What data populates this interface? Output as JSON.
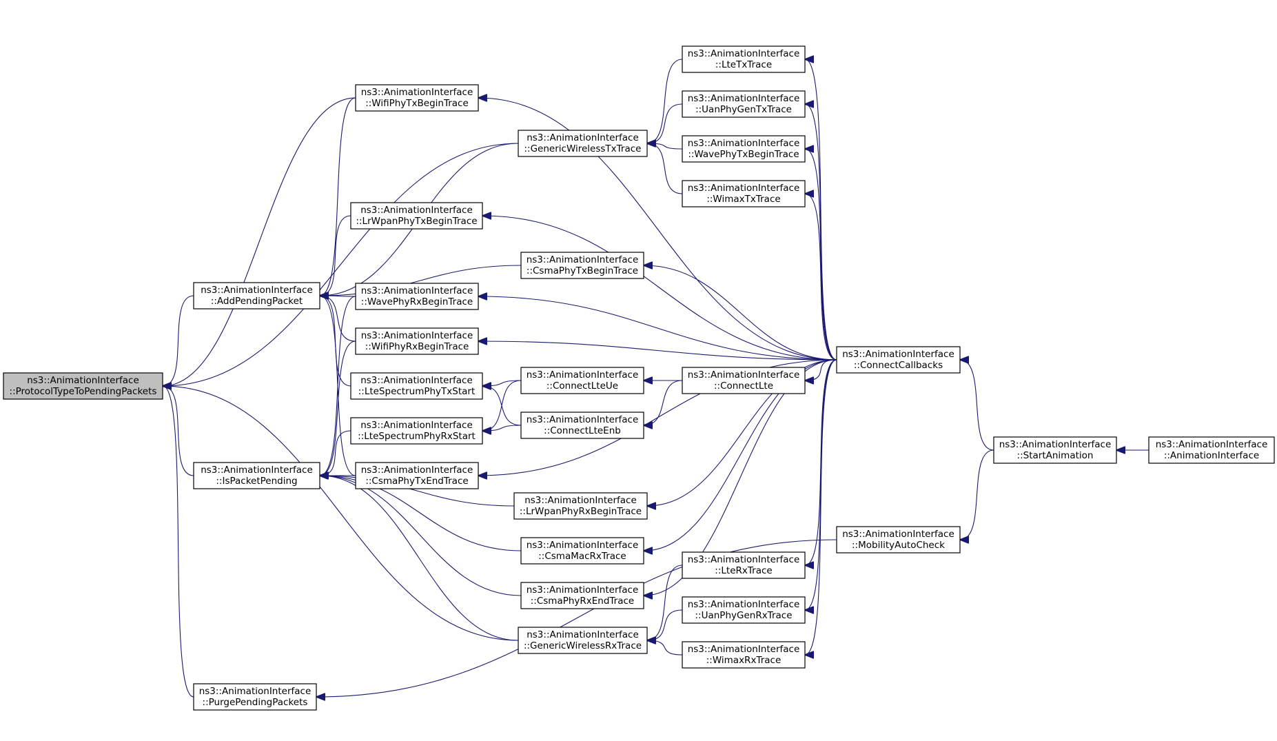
{
  "nodes": [
    {
      "id": "ProtocolTypeToPendingPackets",
      "l1": "ns3::AnimationInterface",
      "l2": "::ProtocolTypeToPendingPackets",
      "highlight": true
    },
    {
      "id": "AddPendingPacket",
      "l1": "ns3::AnimationInterface",
      "l2": "::AddPendingPacket"
    },
    {
      "id": "IsPacketPending",
      "l1": "ns3::AnimationInterface",
      "l2": "::IsPacketPending"
    },
    {
      "id": "PurgePendingPackets",
      "l1": "ns3::AnimationInterface",
      "l2": "::PurgePendingPackets"
    },
    {
      "id": "WifiPhyTxBeginTrace",
      "l1": "ns3::AnimationInterface",
      "l2": "::WifiPhyTxBeginTrace"
    },
    {
      "id": "LrWpanPhyTxBeginTrace",
      "l1": "ns3::AnimationInterface",
      "l2": "::LrWpanPhyTxBeginTrace"
    },
    {
      "id": "WavePhyRxBeginTrace",
      "l1": "ns3::AnimationInterface",
      "l2": "::WavePhyRxBeginTrace"
    },
    {
      "id": "WifiPhyRxBeginTrace",
      "l1": "ns3::AnimationInterface",
      "l2": "::WifiPhyRxBeginTrace"
    },
    {
      "id": "LteSpectrumPhyTxStart",
      "l1": "ns3::AnimationInterface",
      "l2": "::LteSpectrumPhyTxStart"
    },
    {
      "id": "LteSpectrumPhyRxStart",
      "l1": "ns3::AnimationInterface",
      "l2": "::LteSpectrumPhyRxStart"
    },
    {
      "id": "CsmaPhyTxEndTrace",
      "l1": "ns3::AnimationInterface",
      "l2": "::CsmaPhyTxEndTrace"
    },
    {
      "id": "GenericWirelessTxTrace",
      "l1": "ns3::AnimationInterface",
      "l2": "::GenericWirelessTxTrace"
    },
    {
      "id": "CsmaPhyTxBeginTrace",
      "l1": "ns3::AnimationInterface",
      "l2": "::CsmaPhyTxBeginTrace"
    },
    {
      "id": "ConnectLteUe",
      "l1": "ns3::AnimationInterface",
      "l2": "::ConnectLteUe"
    },
    {
      "id": "ConnectLteEnb",
      "l1": "ns3::AnimationInterface",
      "l2": "::ConnectLteEnb"
    },
    {
      "id": "LrWpanPhyRxBeginTrace",
      "l1": "ns3::AnimationInterface",
      "l2": "::LrWpanPhyRxBeginTrace"
    },
    {
      "id": "CsmaMacRxTrace",
      "l1": "ns3::AnimationInterface",
      "l2": "::CsmaMacRxTrace"
    },
    {
      "id": "CsmaPhyRxEndTrace",
      "l1": "ns3::AnimationInterface",
      "l2": "::CsmaPhyRxEndTrace"
    },
    {
      "id": "GenericWirelessRxTrace",
      "l1": "ns3::AnimationInterface",
      "l2": "::GenericWirelessRxTrace"
    },
    {
      "id": "LteTxTrace",
      "l1": "ns3::AnimationInterface",
      "l2": "::LteTxTrace"
    },
    {
      "id": "UanPhyGenTxTrace",
      "l1": "ns3::AnimationInterface",
      "l2": "::UanPhyGenTxTrace"
    },
    {
      "id": "WavePhyTxBeginTrace",
      "l1": "ns3::AnimationInterface",
      "l2": "::WavePhyTxBeginTrace"
    },
    {
      "id": "WimaxTxTrace",
      "l1": "ns3::AnimationInterface",
      "l2": "::WimaxTxTrace"
    },
    {
      "id": "ConnectLte",
      "l1": "ns3::AnimationInterface",
      "l2": "::ConnectLte"
    },
    {
      "id": "LteRxTrace",
      "l1": "ns3::AnimationInterface",
      "l2": "::LteRxTrace"
    },
    {
      "id": "UanPhyGenRxTrace",
      "l1": "ns3::AnimationInterface",
      "l2": "::UanPhyGenRxTrace"
    },
    {
      "id": "WimaxRxTrace",
      "l1": "ns3::AnimationInterface",
      "l2": "::WimaxRxTrace"
    },
    {
      "id": "ConnectCallbacks",
      "l1": "ns3::AnimationInterface",
      "l2": "::ConnectCallbacks"
    },
    {
      "id": "MobilityAutoCheck",
      "l1": "ns3::AnimationInterface",
      "l2": "::MobilityAutoCheck"
    },
    {
      "id": "StartAnimation",
      "l1": "ns3::AnimationInterface",
      "l2": "::StartAnimation"
    },
    {
      "id": "AnimationInterface",
      "l1": "ns3::AnimationInterface",
      "l2": "::AnimationInterface"
    }
  ],
  "edges": [
    {
      "from": "AddPendingPacket",
      "to": "ProtocolTypeToPendingPackets"
    },
    {
      "from": "IsPacketPending",
      "to": "ProtocolTypeToPendingPackets"
    },
    {
      "from": "PurgePendingPackets",
      "to": "ProtocolTypeToPendingPackets"
    },
    {
      "from": "WifiPhyTxBeginTrace",
      "to": "ProtocolTypeToPendingPackets"
    },
    {
      "from": "GenericWirelessTxTrace",
      "to": "ProtocolTypeToPendingPackets"
    },
    {
      "from": "GenericWirelessRxTrace",
      "to": "ProtocolTypeToPendingPackets"
    },
    {
      "from": "WifiPhyTxBeginTrace",
      "to": "AddPendingPacket"
    },
    {
      "from": "GenericWirelessTxTrace",
      "to": "AddPendingPacket"
    },
    {
      "from": "LrWpanPhyTxBeginTrace",
      "to": "AddPendingPacket"
    },
    {
      "from": "CsmaPhyTxBeginTrace",
      "to": "AddPendingPacket"
    },
    {
      "from": "WavePhyRxBeginTrace",
      "to": "AddPendingPacket"
    },
    {
      "from": "WifiPhyRxBeginTrace",
      "to": "AddPendingPacket"
    },
    {
      "from": "LteSpectrumPhyTxStart",
      "to": "AddPendingPacket"
    },
    {
      "from": "CsmaPhyTxEndTrace",
      "to": "AddPendingPacket"
    },
    {
      "from": "WavePhyRxBeginTrace",
      "to": "IsPacketPending"
    },
    {
      "from": "WifiPhyRxBeginTrace",
      "to": "IsPacketPending"
    },
    {
      "from": "LteSpectrumPhyRxStart",
      "to": "IsPacketPending"
    },
    {
      "from": "CsmaPhyTxEndTrace",
      "to": "IsPacketPending"
    },
    {
      "from": "LrWpanPhyRxBeginTrace",
      "to": "IsPacketPending"
    },
    {
      "from": "CsmaMacRxTrace",
      "to": "IsPacketPending"
    },
    {
      "from": "CsmaPhyRxEndTrace",
      "to": "IsPacketPending"
    },
    {
      "from": "GenericWirelessRxTrace",
      "to": "IsPacketPending"
    },
    {
      "from": "ConnectLteUe",
      "to": "LteSpectrumPhyTxStart"
    },
    {
      "from": "ConnectLteEnb",
      "to": "LteSpectrumPhyTxStart"
    },
    {
      "from": "ConnectLteUe",
      "to": "LteSpectrumPhyRxStart"
    },
    {
      "from": "ConnectLteEnb",
      "to": "LteSpectrumPhyRxStart"
    },
    {
      "from": "ConnectLte",
      "to": "ConnectLteUe"
    },
    {
      "from": "ConnectLte",
      "to": "ConnectLteEnb"
    },
    {
      "from": "ConnectCallbacks",
      "to": "ConnectLte"
    },
    {
      "from": "LteTxTrace",
      "to": "GenericWirelessTxTrace"
    },
    {
      "from": "UanPhyGenTxTrace",
      "to": "GenericWirelessTxTrace"
    },
    {
      "from": "WavePhyTxBeginTrace",
      "to": "GenericWirelessTxTrace"
    },
    {
      "from": "WimaxTxTrace",
      "to": "GenericWirelessTxTrace"
    },
    {
      "from": "LteRxTrace",
      "to": "GenericWirelessRxTrace"
    },
    {
      "from": "UanPhyGenRxTrace",
      "to": "GenericWirelessRxTrace"
    },
    {
      "from": "WimaxRxTrace",
      "to": "GenericWirelessRxTrace"
    },
    {
      "from": "ConnectCallbacks",
      "to": "WifiPhyTxBeginTrace"
    },
    {
      "from": "ConnectCallbacks",
      "to": "LrWpanPhyTxBeginTrace"
    },
    {
      "from": "ConnectCallbacks",
      "to": "CsmaPhyTxBeginTrace"
    },
    {
      "from": "ConnectCallbacks",
      "to": "WavePhyRxBeginTrace"
    },
    {
      "from": "ConnectCallbacks",
      "to": "WifiPhyRxBeginTrace"
    },
    {
      "from": "ConnectCallbacks",
      "to": "CsmaPhyTxEndTrace"
    },
    {
      "from": "ConnectCallbacks",
      "to": "LrWpanPhyRxBeginTrace"
    },
    {
      "from": "ConnectCallbacks",
      "to": "CsmaMacRxTrace"
    },
    {
      "from": "ConnectCallbacks",
      "to": "CsmaPhyRxEndTrace"
    },
    {
      "from": "ConnectCallbacks",
      "to": "LteTxTrace"
    },
    {
      "from": "ConnectCallbacks",
      "to": "UanPhyGenTxTrace"
    },
    {
      "from": "ConnectCallbacks",
      "to": "WavePhyTxBeginTrace"
    },
    {
      "from": "ConnectCallbacks",
      "to": "WimaxTxTrace"
    },
    {
      "from": "ConnectCallbacks",
      "to": "LteRxTrace"
    },
    {
      "from": "ConnectCallbacks",
      "to": "UanPhyGenRxTrace"
    },
    {
      "from": "ConnectCallbacks",
      "to": "WimaxRxTrace"
    },
    {
      "from": "MobilityAutoCheck",
      "to": "PurgePendingPackets"
    },
    {
      "from": "StartAnimation",
      "to": "ConnectCallbacks"
    },
    {
      "from": "StartAnimation",
      "to": "MobilityAutoCheck"
    },
    {
      "from": "AnimationInterface",
      "to": "StartAnimation"
    }
  ],
  "colors": {
    "edge": "#191970",
    "highlight_fill": "#bfbfbf",
    "border": "#000000"
  }
}
